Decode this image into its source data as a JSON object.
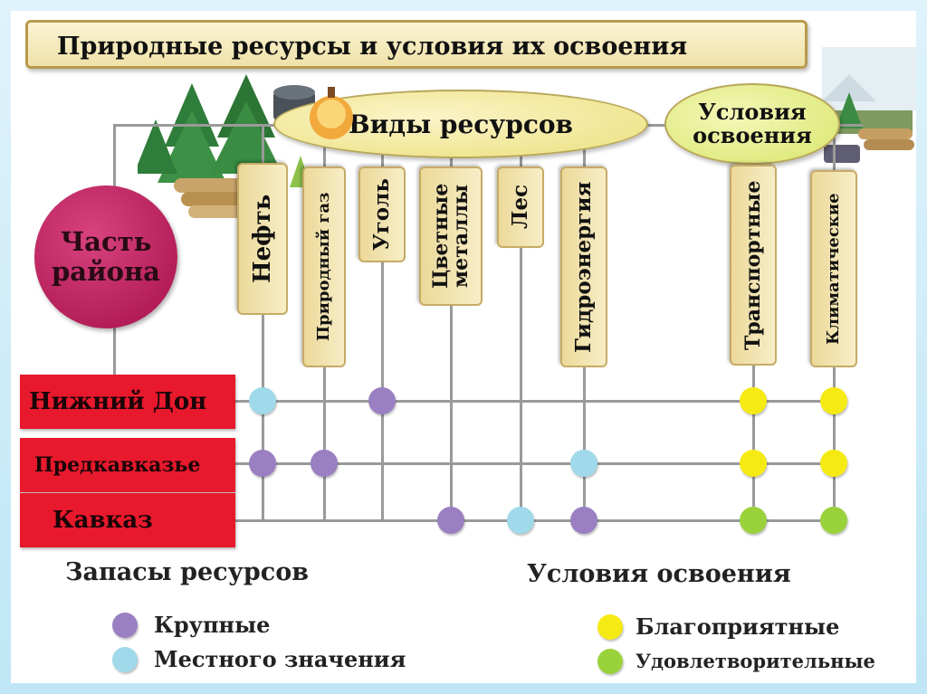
{
  "title": "Природные ресурсы и условия их освоения",
  "resources_header": "Виды ресурсов",
  "conditions_header": "Условия\nосвоения",
  "region_circle": "Часть\nрайона",
  "resource_types": [
    "Нефть",
    "Природный газ",
    "Уголь",
    "Цветные\nметаллы",
    "Лес",
    "Гидроэнергия"
  ],
  "condition_types": [
    "Транспортные",
    "Климатические"
  ],
  "regions": [
    "Нижний Дон",
    "Предкавказье",
    "Кавказ"
  ],
  "resource_matrix": [
    [
      "local",
      null,
      "large",
      null,
      null,
      null
    ],
    [
      "large",
      "large",
      null,
      null,
      null,
      "local"
    ],
    [
      null,
      null,
      null,
      "large",
      "local",
      "large"
    ]
  ],
  "condition_matrix": [
    [
      "favorable",
      "favorable"
    ],
    [
      "favorable",
      "favorable"
    ],
    [
      "satisfactory",
      "satisfactory"
    ]
  ],
  "legend_reserves": {
    "title": "Запасы ресурсов",
    "large": "Крупные",
    "local": "Местного значения"
  },
  "legend_conditions": {
    "title": "Условия освоения",
    "favorable": "Благоприятные",
    "satisfactory": "Удовлетворительные"
  },
  "colors": {
    "large": "#9a7fc2",
    "local": "#9fd9ea",
    "favorable": "#f6ea14",
    "satisfactory": "#9ad23c",
    "region_box": "#e8192c",
    "region_circle": "#b81656"
  }
}
